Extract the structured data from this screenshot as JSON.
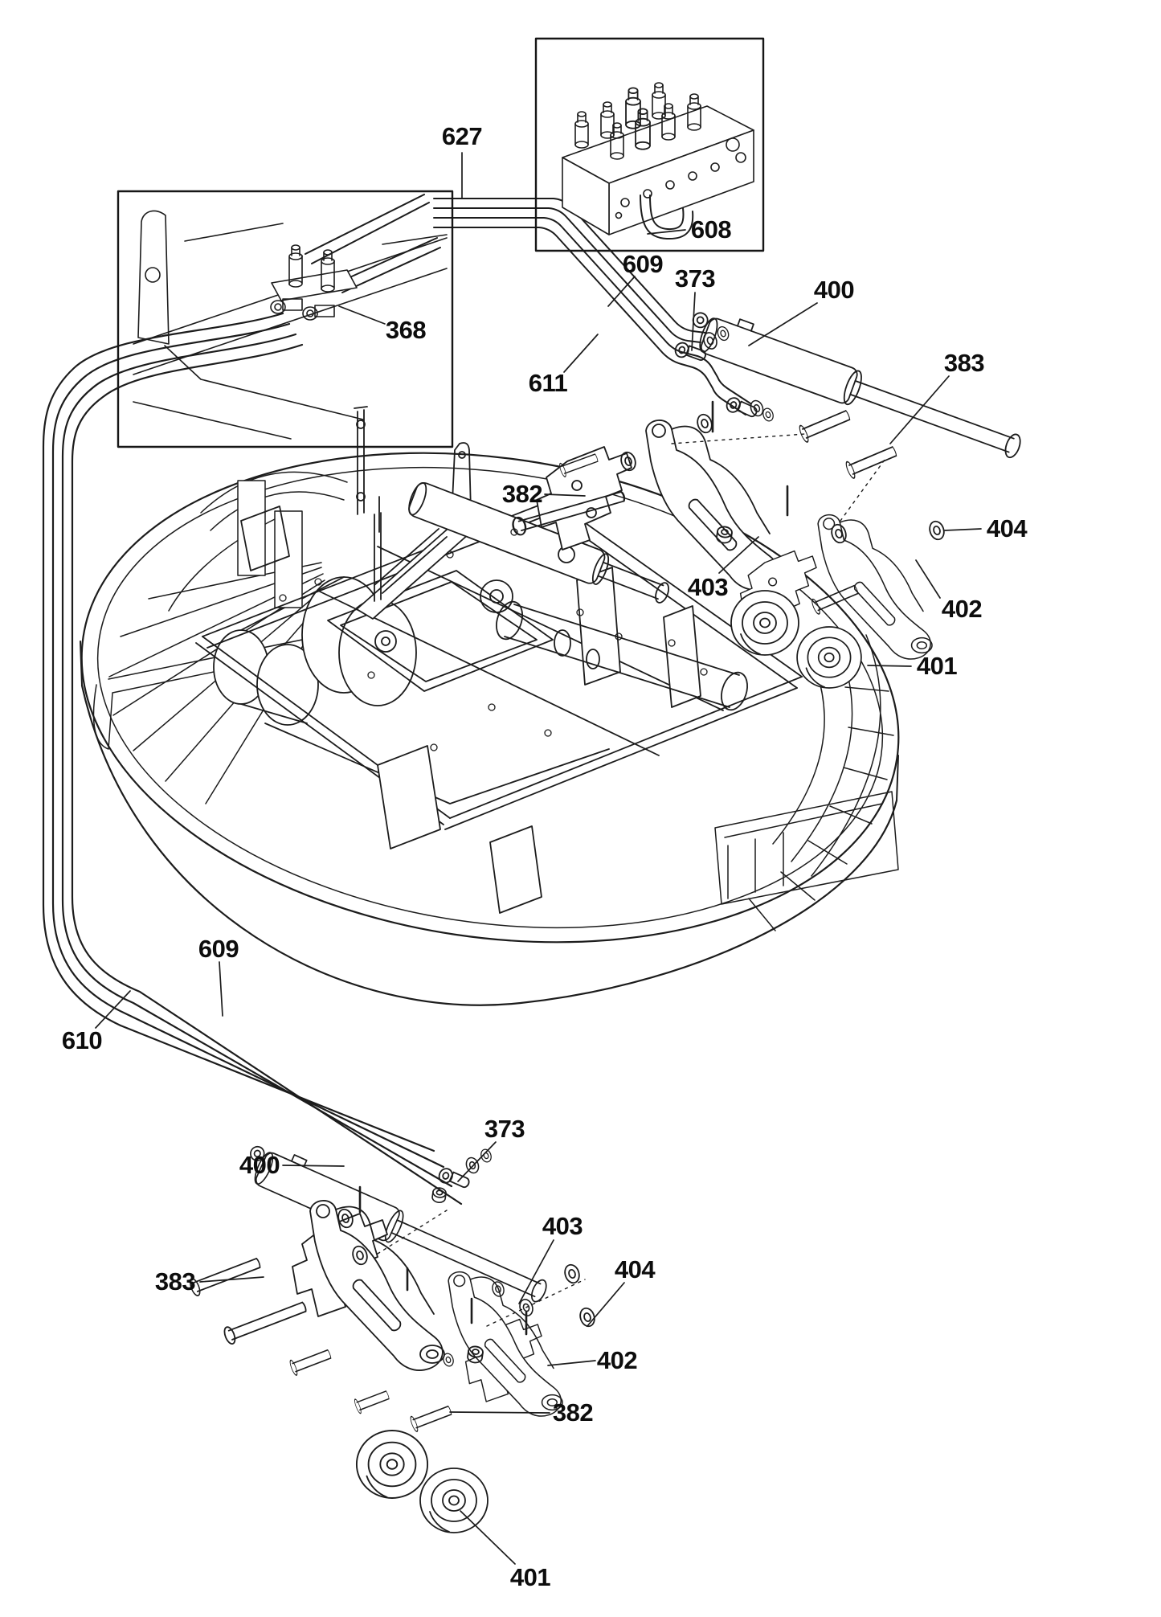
{
  "figure": {
    "colors": {
      "background": "#ffffff",
      "line": "#1c1c1c",
      "label_text": "#0d0d0d",
      "box_border": "#161616"
    }
  },
  "labels": [
    {
      "id": "627-steel-lines-top",
      "text": "627"
    },
    {
      "id": "608-hose-valve-block",
      "text": "608"
    },
    {
      "id": "368-fittings-inset",
      "text": "368"
    },
    {
      "id": "609-hose-upper",
      "text": "609"
    },
    {
      "id": "373-fitting-upper",
      "text": "373"
    },
    {
      "id": "400-cylinder-upper",
      "text": "400"
    },
    {
      "id": "611-hose",
      "text": "611"
    },
    {
      "id": "383-pin-upper",
      "text": "383"
    },
    {
      "id": "382-bolt-upper",
      "text": "382"
    },
    {
      "id": "404-washer-upper",
      "text": "404"
    },
    {
      "id": "403-bracket-upper",
      "text": "403"
    },
    {
      "id": "402-bracket-upper",
      "text": "402"
    },
    {
      "id": "401-wheels-upper",
      "text": "401"
    },
    {
      "id": "609-hose-left",
      "text": "609"
    },
    {
      "id": "610-hose-left",
      "text": "610"
    },
    {
      "id": "373-fitting-lower",
      "text": "373"
    },
    {
      "id": "400-cylinder-lower",
      "text": "400"
    },
    {
      "id": "383-pin-lower",
      "text": "383"
    },
    {
      "id": "403-bracket-lower",
      "text": "403"
    },
    {
      "id": "404-washer-lower",
      "text": "404"
    },
    {
      "id": "402-bracket-lower",
      "text": "402"
    },
    {
      "id": "382-bolt-lower",
      "text": "382"
    },
    {
      "id": "401-wheels-lower",
      "text": "401"
    }
  ]
}
